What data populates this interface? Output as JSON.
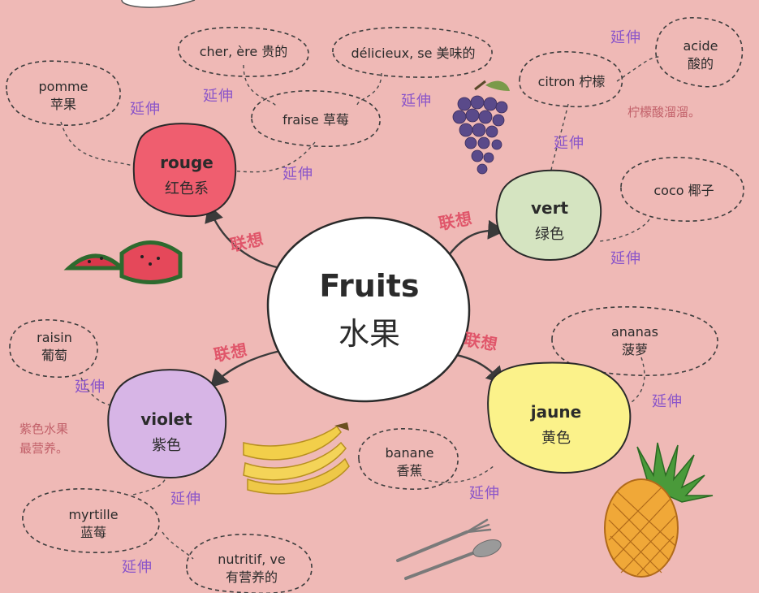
{
  "center": {
    "fr": "Fruits",
    "zh": "水果"
  },
  "association_label": "联想",
  "extension_label": "延伸",
  "categories": {
    "rouge": {
      "fr": "rouge",
      "zh": "红色系",
      "color": "#ef5e6f"
    },
    "vert": {
      "fr": "vert",
      "zh": "绿色",
      "color": "#d5e4c1"
    },
    "violet": {
      "fr": "violet",
      "zh": "紫色",
      "color": "#d7b5e6"
    },
    "jaune": {
      "fr": "jaune",
      "zh": "黄色",
      "color": "#fbf28a"
    }
  },
  "words": {
    "pomme": {
      "fr": "pomme",
      "zh": "苹果"
    },
    "cher": {
      "fr": "cher, ère 贵的",
      "zh": ""
    },
    "delicieux": {
      "fr": "délicieux, se 美味的",
      "zh": ""
    },
    "fraise": {
      "fr": "fraise 草莓",
      "zh": ""
    },
    "citron": {
      "fr": "citron 柠檬",
      "zh": ""
    },
    "acide": {
      "fr": "acide",
      "zh": "酸的"
    },
    "coco": {
      "fr": "coco 椰子",
      "zh": ""
    },
    "raisin": {
      "fr": "raisin",
      "zh": "葡萄"
    },
    "myrtille": {
      "fr": "myrtille",
      "zh": "蓝莓"
    },
    "nutritif": {
      "fr": "nutritif, ve",
      "zh": "有营养的"
    },
    "banane": {
      "fr": "banane",
      "zh": "香蕉"
    },
    "ananas": {
      "fr": "ananas",
      "zh": "菠萝"
    }
  },
  "notes": {
    "citron_note": "柠檬酸溜溜。",
    "violet_note_1": "紫色水果",
    "violet_note_2": "最营养。"
  },
  "colors": {
    "background": "#efb9b6",
    "extension_text": "#8a55c9",
    "association_text": "#e0566a",
    "note_text": "#c2616a"
  },
  "illustrations": [
    "watermelon-image",
    "grapes-image",
    "banana-image",
    "pineapple-image",
    "fork-spoon-image"
  ]
}
